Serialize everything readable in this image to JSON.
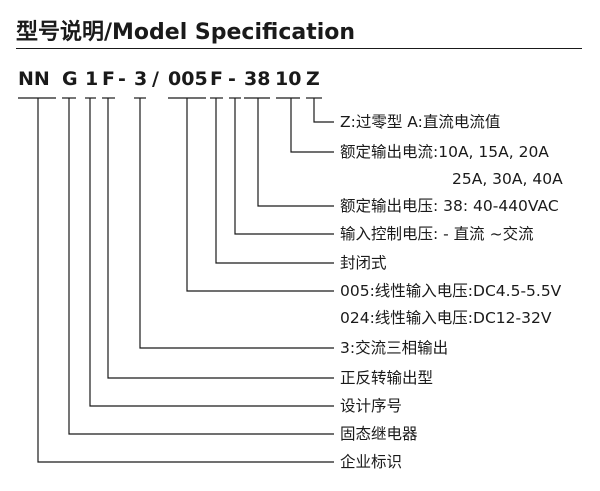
{
  "title": "型号说明/Model Specification",
  "code": {
    "nn": "NN",
    "g": "G",
    "one": "1",
    "f1": "F",
    "dash1": "-",
    "three": "3",
    "slash": "/",
    "v005": "005",
    "f2": "F",
    "dash2": "-",
    "v38": "38",
    "v10": "10",
    "z": "Z"
  },
  "descriptions": {
    "z_type": "Z:过零型 A:直流电流值",
    "output_current_1": "额定输出电流:10A, 15A, 20A",
    "output_current_2": "25A, 30A, 40A",
    "output_voltage": "额定输出电压: 38: 40-440VAC",
    "control_voltage": "输入控制电压: - 直流   ~交流",
    "package": "封闭式",
    "input_005": "005:线性输入电压:DC4.5-5.5V",
    "input_024": "024:线性输入电压:DC12-32V",
    "three_phase": "3:交流三相输出",
    "forward_reverse": "正反转输出型",
    "design_seq": "设计序号",
    "ssr": "固态继电器",
    "company": "企业标识"
  }
}
